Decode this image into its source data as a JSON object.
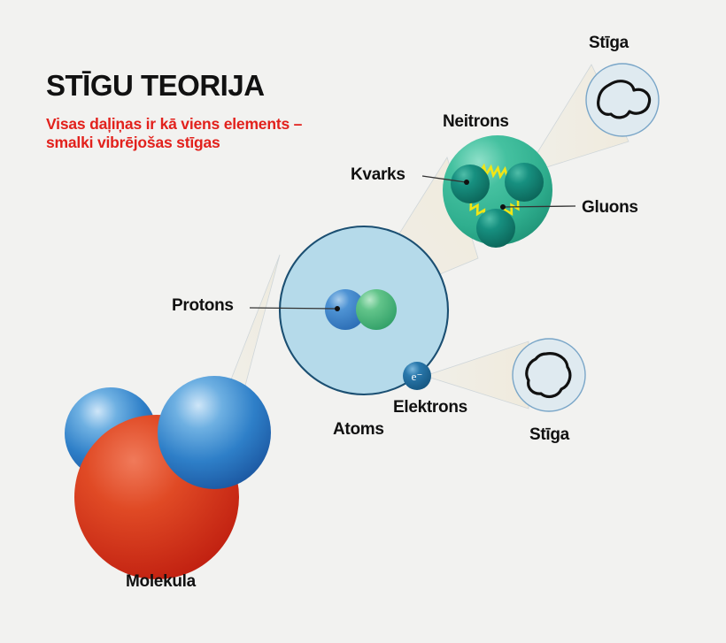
{
  "page": {
    "title": "STĪGU TEORIJA",
    "subtitle": "Visas daļiņas ir kā viens elements – smalki vibrējošas stīgas",
    "background_color": "#f2f2f0",
    "accent_color": "#e2211c"
  },
  "labels": {
    "stiga_top": "Stīga",
    "stiga_bottom": "Stīga",
    "neitrons": "Neitrons",
    "kvarks": "Kvarks",
    "gluons": "Gluons",
    "protons": "Protons",
    "elektrons": "Elektrons",
    "atoms": "Atoms",
    "molekula": "Molekula",
    "electron_symbol": "e"
  },
  "diagram": {
    "type": "scale-zoom-infographic",
    "description": "Matter broken down from molecule to atom to neutron to quarks to vibrating strings",
    "chain": [
      "Molekula",
      "Atoms",
      "Neitrons",
      "Kvarks",
      "Stīga"
    ],
    "colors": {
      "molecule_oxygen": "#d8351f",
      "molecule_hydrogen": "#2e7fc8",
      "atom_fill": "#b5daea",
      "atom_border": "#1b4f72",
      "proton": "#3a7dc4",
      "neutron": "#56bd80",
      "neutron_big": "#3cb894",
      "quark": "#1a8f7e",
      "gluon": "#f2e515",
      "electron": "#1c6ea4",
      "string_circle_fill": "#dfeaf0",
      "string_circle_border": "#7aa6c8",
      "string_stroke": "#111111",
      "cone_fill": "#efeadc",
      "leader_line": "#333333"
    },
    "objects": [
      {
        "name": "molecule",
        "label": "Molekula",
        "parts": [
          "oxygen",
          "hydrogen",
          "hydrogen"
        ]
      },
      {
        "name": "atom",
        "label": "Atoms",
        "parts": [
          "proton",
          "neutron",
          "electron"
        ]
      },
      {
        "name": "neutron",
        "label": "Neitrons",
        "parts": [
          "quark",
          "quark",
          "quark",
          "gluon",
          "gluon",
          "gluon"
        ]
      },
      {
        "name": "string_top",
        "label": "Stīga",
        "shape": "closed-loop"
      },
      {
        "name": "string_bottom",
        "label": "Stīga",
        "shape": "closed-loop"
      }
    ]
  }
}
